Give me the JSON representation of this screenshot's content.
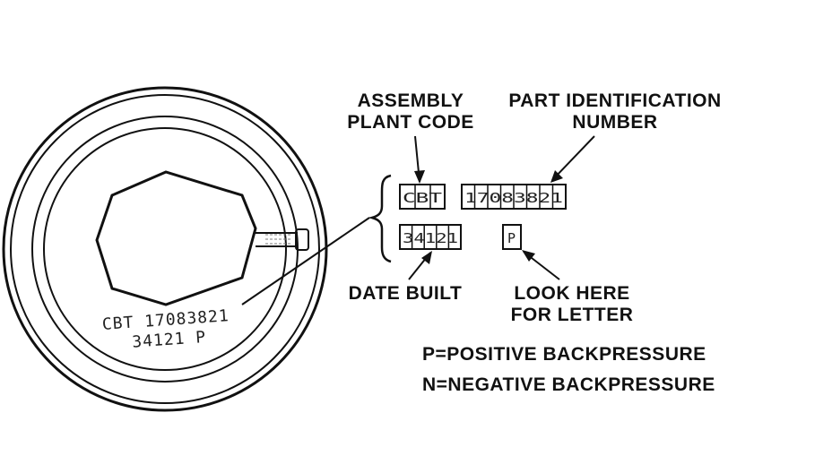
{
  "labels": {
    "assembly_line1": "ASSEMBLY",
    "assembly_line2": "PLANT CODE",
    "part_line1": "PART IDENTIFICATION",
    "part_line2": "NUMBER",
    "date_built": "DATE BUILT",
    "look_line1": "LOOK HERE",
    "look_line2": "FOR LETTER",
    "positive": "P=POSITIVE BACKPRESSURE",
    "negative": "N=NEGATIVE BACKPRESSURE"
  },
  "stamp": {
    "line1": "CBT 17083821",
    "line2": "34121  P"
  },
  "boxes": {
    "plant_code": "CBT",
    "part_number": "17083821",
    "date_code": "34121",
    "letter": "P"
  }
}
